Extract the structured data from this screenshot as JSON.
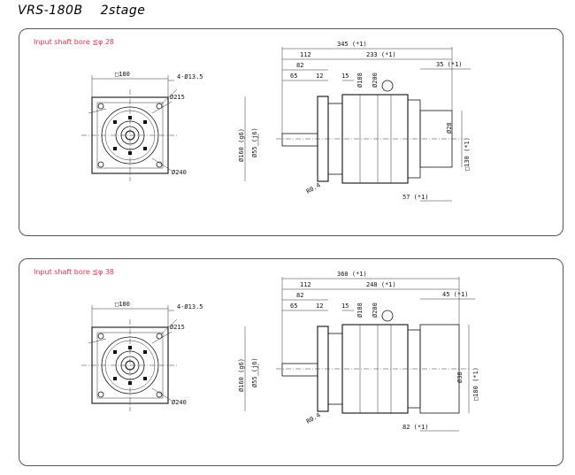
{
  "header": {
    "model": "VRS-180B",
    "stage": "2stage"
  },
  "panels": [
    {
      "bore_note": "Input shaft bore ≦φ 28",
      "front": {
        "square": "□180",
        "holes": "4-Ø13.5",
        "d215": "Ø215",
        "d240": "Ø240"
      },
      "side": {
        "overall": "345 (*1)",
        "d112": "112",
        "motor": "233 (*1)",
        "d82": "82",
        "d65": "65",
        "d12": "12",
        "d15": "15",
        "end": "35 (*1)",
        "d188": "Ø188",
        "d200": "Ø200",
        "d160": "Ø160 (g6)",
        "d55": "Ø55 (j6)",
        "r04": "R0.4",
        "bore": "Ø28",
        "flange": "□130 (*1)",
        "depth": "57 (*1)"
      }
    },
    {
      "bore_note": "Input shaft bore ≦φ 38",
      "front": {
        "square": "□180",
        "holes": "4-Ø13.5",
        "d215": "Ø215",
        "d240": "Ø240"
      },
      "side": {
        "overall": "360 (*1)",
        "d112": "112",
        "motor": "248 (*1)",
        "d82": "82",
        "d65": "65",
        "d12": "12",
        "d15": "15",
        "end": "45 (*1)",
        "d188": "Ø188",
        "d200": "Ø200",
        "d160": "Ø160 (g6)",
        "d55": "Ø55 (j6)",
        "r04": "R0.4",
        "bore": "Ø38",
        "flange": "□180 (*1)",
        "depth": "82 (*1)"
      }
    }
  ]
}
